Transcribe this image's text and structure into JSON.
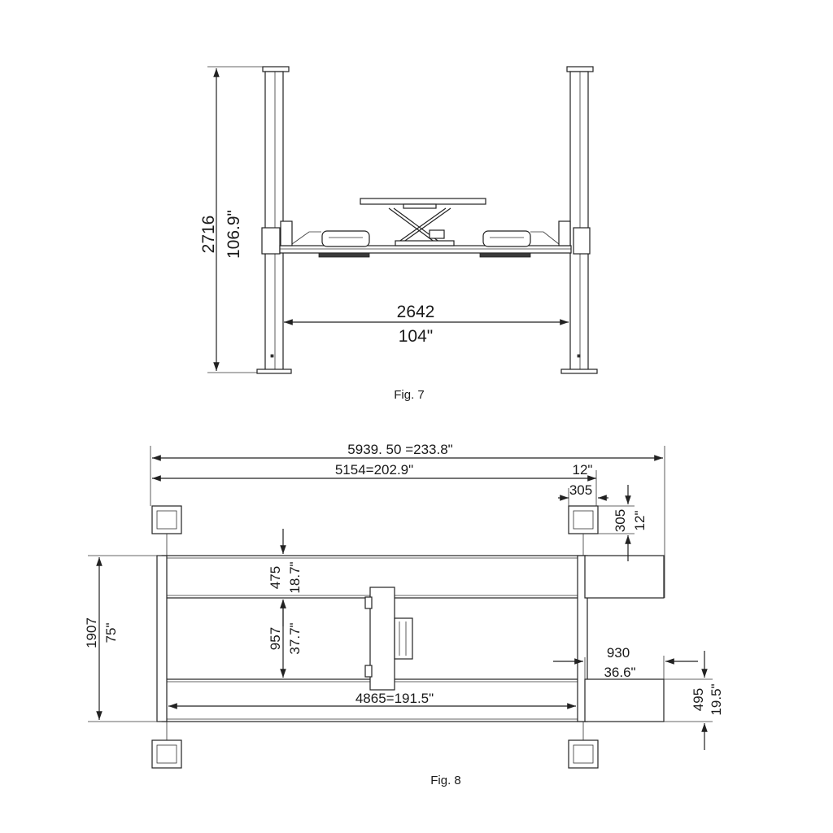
{
  "fig7": {
    "caption": "Fig. 7",
    "height_mm": "2716",
    "height_in": "106.9\"",
    "width_mm": "2642",
    "width_in": "104\""
  },
  "fig8": {
    "caption": "Fig. 8",
    "overall_length": "5939. 50 =233.8\"",
    "post_span": "5154=202.9\"",
    "post_w_in": "12\"",
    "post_w_mm": "305",
    "post_d_mm": "305",
    "post_d_in": "12\"",
    "runway_w_mm": "475",
    "runway_w_in": "18.7\"",
    "inner_gap_mm": "957",
    "inner_gap_in": "37.7\"",
    "overall_width_mm": "1907",
    "overall_width_in": "75\"",
    "ramp_len_mm": "930",
    "ramp_len_in": "36.6\"",
    "ramp_w_mm": "495",
    "ramp_w_in": "19.5\"",
    "runway_length": "4865=191.5\""
  }
}
